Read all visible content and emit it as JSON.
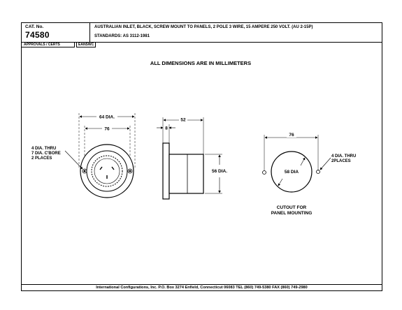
{
  "header": {
    "cat_label": "CAT. No.",
    "cat_no": "74580",
    "description": "AUSTRALIAN INLET, BLACK, SCREW MOUNT TO PANELS, 2 POLE 3 WIRE, 15 AMPERE 250 VOLT. (AU 2-15P)",
    "standards": "STANDARDS: AS 3112-1981"
  },
  "approvals": {
    "label": "APPROVALS / CERTS",
    "value": "EANSWC"
  },
  "drawing": {
    "note": "ALL DIMENSIONS ARE IN MILLIMETERS",
    "front_view": {
      "dim_outer": "64 DIA.",
      "dim_bolt": "76",
      "hole_note_1": "4 DIA. THRU",
      "hole_note_2": "7 DIA. C'BORE",
      "hole_note_3": "2 PLACES"
    },
    "side_view": {
      "dim_depth": "52",
      "dim_flange": "8",
      "dim_body": "56 DIA."
    },
    "cutout_view": {
      "dim_spacing": "76",
      "dim_hole": "58 DIA",
      "hole_note_1": "4 DIA. THRU",
      "hole_note_2": "2PLACES",
      "caption_1": "CUTOUT FOR",
      "caption_2": "PANEL MOUNTING"
    }
  },
  "footer": {
    "text": "International Configurations, Inc.  P.O. Box 3274  Enfield, Connecticut 06083 TEL (860) 749-5380  FAX (860) 749-2980"
  }
}
